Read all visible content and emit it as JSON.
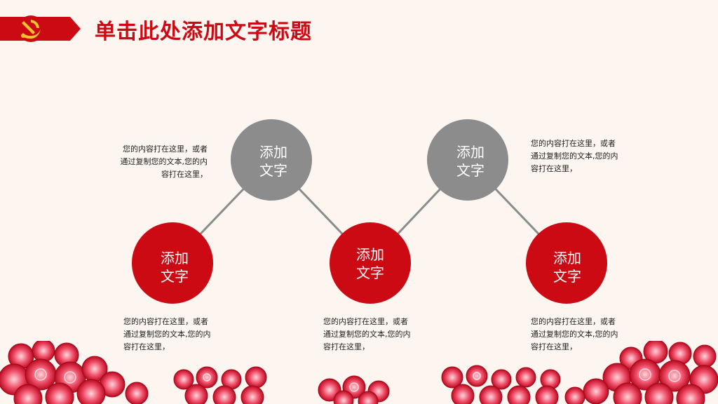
{
  "header": {
    "title": "单击此处添加文字标题"
  },
  "nodes": [
    {
      "line1": "添加",
      "line2": "文字"
    },
    {
      "line1": "添加",
      "line2": "文字"
    },
    {
      "line1": "添加",
      "line2": "文字"
    },
    {
      "line1": "添加",
      "line2": "文字"
    },
    {
      "line1": "添加",
      "line2": "文字"
    }
  ],
  "descriptions": [
    {
      "line1": "您的内容打在这里，或者",
      "line2": "通过复制您的文本,您的内",
      "line3": "容打在这里，"
    },
    {
      "line1": "您的内容打在这里，或者",
      "line2": "通过复制您的文本,您的内",
      "line3": "容打在这里，"
    },
    {
      "line1": "您的内容打在这里，或者",
      "line2": "通过复制您的文本,您的内",
      "line3": "容打在这里，"
    },
    {
      "line1": "您的内容打在这里，或者",
      "line2": "通过复制您的文本,您的内",
      "line3": "容打在这里，"
    },
    {
      "line1": "您的内容打在这里，或者",
      "line2": "通过复制您的文本,您的内",
      "line3": "容打在这里，"
    }
  ],
  "colors": {
    "red": "#cc0a14",
    "gray": "#8c8c8c",
    "line": "#8c8c8c"
  }
}
